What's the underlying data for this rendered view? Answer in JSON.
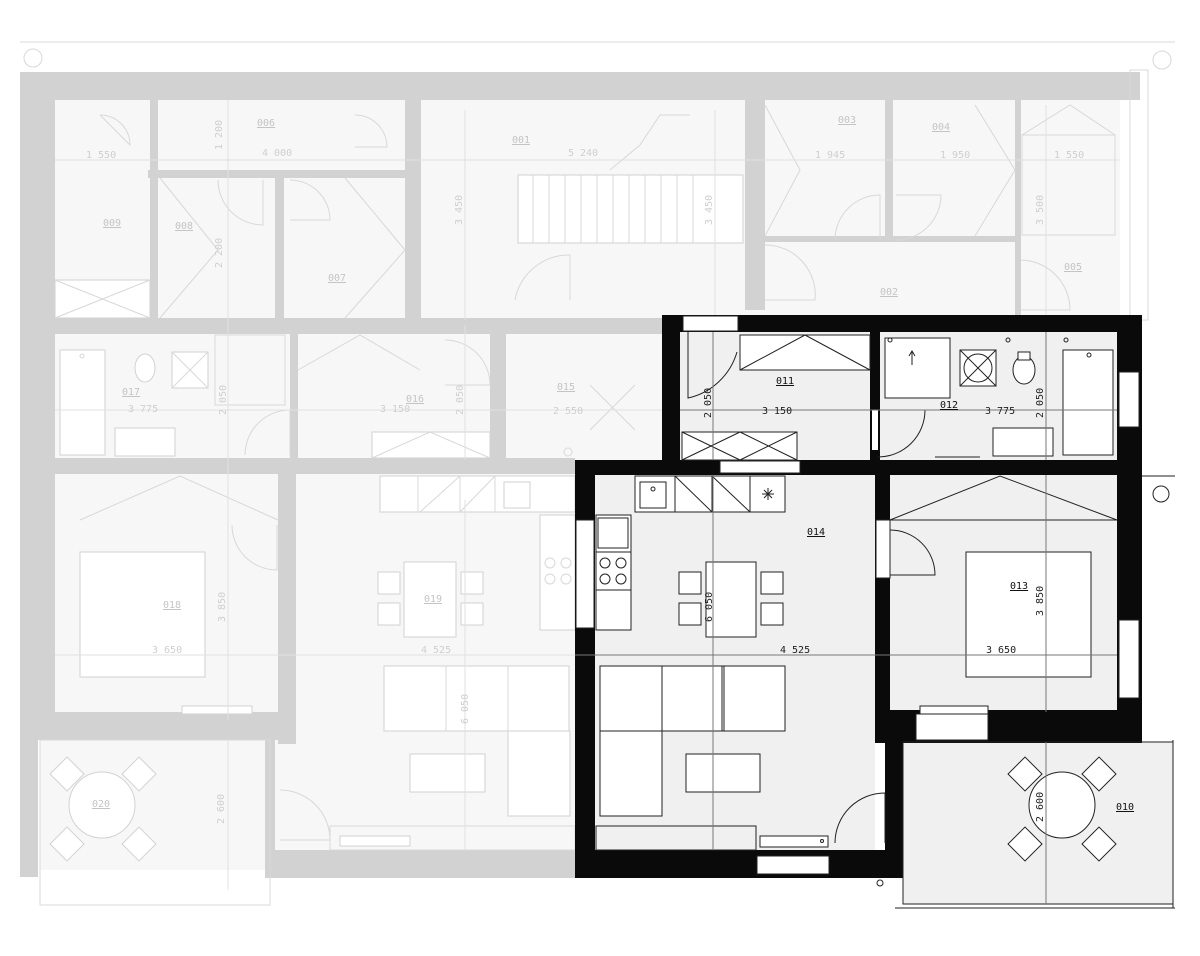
{
  "rooms": {
    "r001": "001",
    "r002": "002",
    "r003": "003",
    "r004": "004",
    "r005": "005",
    "r006": "006",
    "r007": "007",
    "r008": "008",
    "r009": "009",
    "r010": "010",
    "r011": "011",
    "r012": "012",
    "r013": "013",
    "r014": "014",
    "r015": "015",
    "r016": "016",
    "r017": "017",
    "r018": "018",
    "r019": "019",
    "r020": "020"
  },
  "dims": {
    "d1550a": "1 550",
    "d4000": "4 000",
    "d1200": "1 200",
    "d5240": "5 240",
    "d1945": "1 945",
    "d1950": "1 950",
    "d1550b": "1 550",
    "d3450a": "3 450",
    "d3450b": "3 450",
    "d3500": "3 500",
    "d2200": "2 200",
    "d3775g": "3 775",
    "d2050a": "2 050",
    "d3150g": "3 150",
    "d2050b": "2 050",
    "d2550": "2 550",
    "d2050c": "2 050",
    "d3150b": "3 150",
    "d3775b": "3 775",
    "d2050d": "2 050",
    "d3850g": "3 850",
    "d3650g": "3 650",
    "d4525g": "4 525",
    "d6050g": "6 050",
    "d6050b": "6 050",
    "d4525b": "4 525",
    "d3850b": "3 850",
    "d3650b": "3 650",
    "d2600g": "2 600",
    "d2600b": "2 600"
  },
  "colors": {
    "active_wall": "#0a0a0a",
    "inactive_wall": "#d2d2d2",
    "active_floor": "#f0f0f0",
    "inactive_floor": "#f7f7f7"
  }
}
